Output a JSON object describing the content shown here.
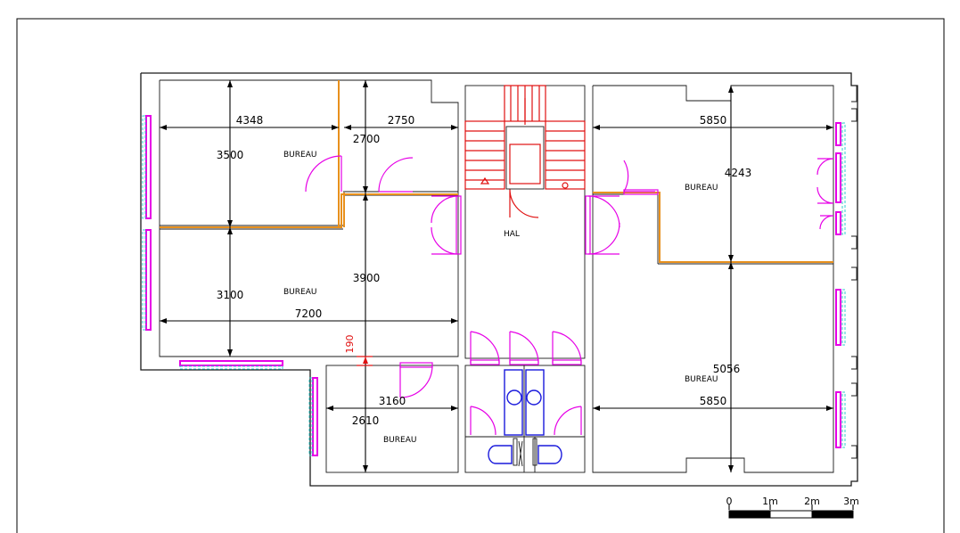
{
  "dimensions": {
    "d4348": "4348",
    "d2750": "2750",
    "d2700": "2700",
    "d3500": "3500",
    "d3900": "3900",
    "d3100": "3100",
    "d7200": "7200",
    "d190": "190",
    "d3160": "3160",
    "d2610": "2610",
    "d5850_top": "5850",
    "d4243": "4243",
    "d5056": "5056",
    "d5850_bottom": "5850"
  },
  "rooms": {
    "bureau_top_left": "BUREAU",
    "bureau_mid_left": "BUREAU",
    "bureau_bottom": "BUREAU",
    "bureau_top_right": "BUREAU",
    "bureau_bottom_right": "BUREAU",
    "hal": "HAL"
  },
  "scale_bar": {
    "labels": [
      "0",
      "1m",
      "2m",
      "3m"
    ],
    "segments": 3
  },
  "colors": {
    "walls": "#1a1a1a",
    "doors": "#e600e6",
    "partitions": "#e8901c",
    "stairs": "#e01010",
    "sanitary": "#1a1adc",
    "window_glass": "#33cccc"
  }
}
